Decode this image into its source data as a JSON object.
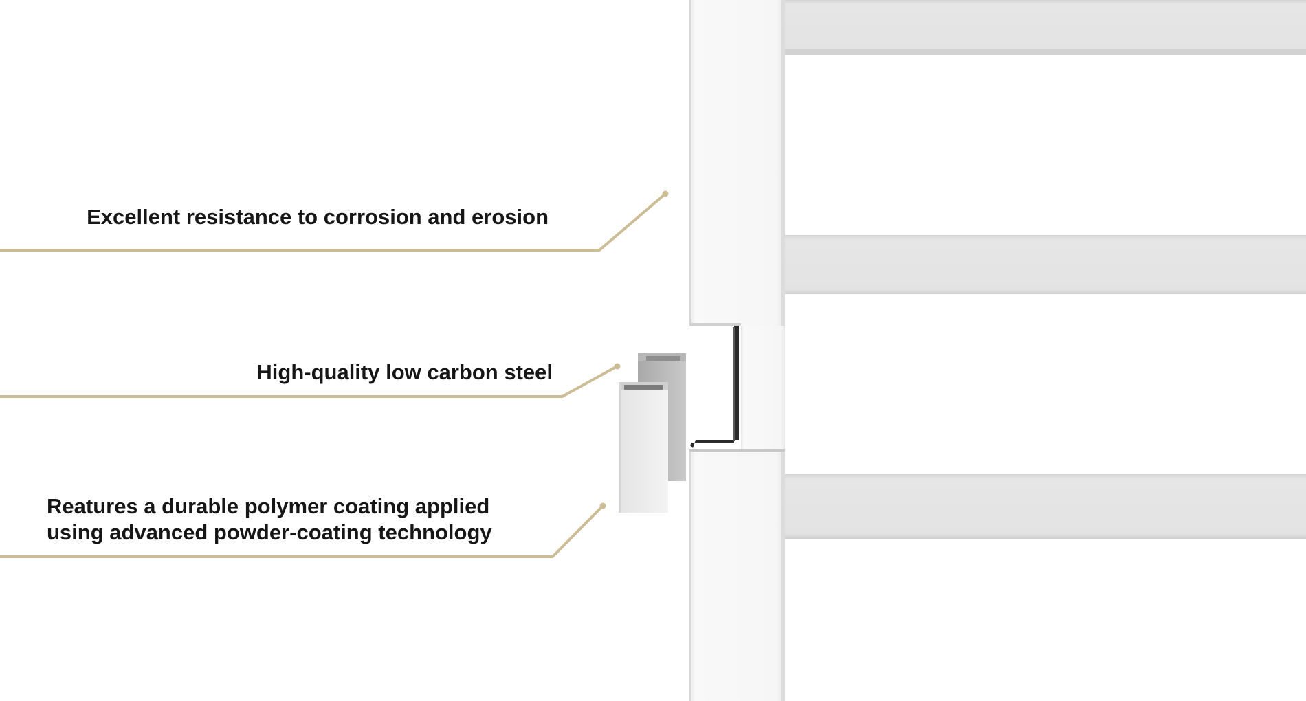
{
  "callouts": [
    {
      "text": "Excellent resistance to corrosion and erosion"
    },
    {
      "text": "High-quality low carbon steel"
    },
    {
      "text": "Reatures a durable polymer coating applied\nusing advanced powder-coating technology"
    }
  ],
  "colors": {
    "leader_line": "#cdbd97",
    "label_text": "#161616",
    "panel_white": "#f7f7f7",
    "rail_gray": "#e2e2e2",
    "profile_dark": "#2b2b2b",
    "connector_gray": "#c2c2c2"
  }
}
